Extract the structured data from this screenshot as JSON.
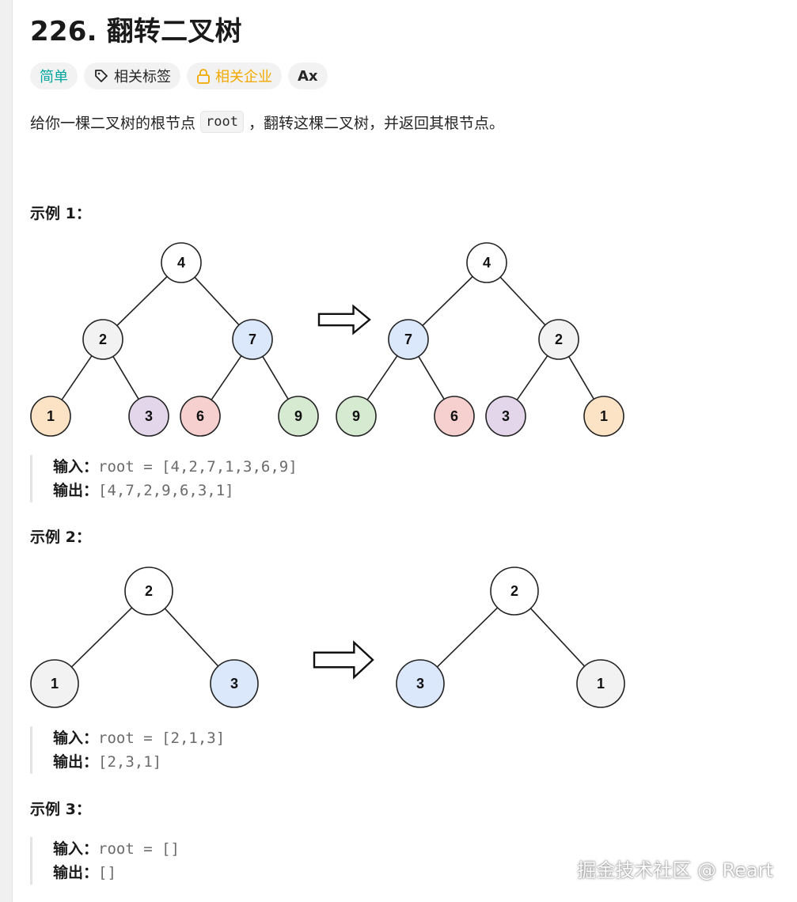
{
  "problem": {
    "title": "226. 翻转二叉树",
    "tags": [
      {
        "label": "简单",
        "icon": "none"
      },
      {
        "label": "相关标签",
        "icon": "tag-icon"
      },
      {
        "label": "相关企业",
        "icon": "lock-icon"
      },
      {
        "label": "Ax",
        "icon": "translate-icon"
      }
    ],
    "desc_before": "给你一棵二叉树的根节点",
    "desc_code": "root",
    "desc_after": "，翻转这棵二叉树，并返回其根节点。"
  },
  "examples": [
    {
      "title": "示例 1：",
      "input_label": "输入：",
      "input_value": "root = [4,2,7,1,3,6,9]",
      "output_label": "输出：",
      "output_value": "[4,7,2,9,6,3,1]",
      "before_tree": [
        {
          "id": "a",
          "value": "4",
          "color": "#ffffff",
          "parent": null
        },
        {
          "id": "b",
          "value": "2",
          "color": "#f2f2f2",
          "parent": "a"
        },
        {
          "id": "c",
          "value": "7",
          "color": "#dbe8fb",
          "parent": "a"
        },
        {
          "id": "d",
          "value": "1",
          "color": "#fde3c6",
          "parent": "b"
        },
        {
          "id": "e",
          "value": "3",
          "color": "#e3d5ea",
          "parent": "b"
        },
        {
          "id": "f",
          "value": "6",
          "color": "#f6cfcf",
          "parent": "c"
        },
        {
          "id": "g",
          "value": "9",
          "color": "#d6ead2",
          "parent": "c"
        }
      ],
      "after_tree": [
        {
          "id": "a",
          "value": "4",
          "color": "#ffffff",
          "parent": null
        },
        {
          "id": "b",
          "value": "7",
          "color": "#dbe8fb",
          "parent": "a"
        },
        {
          "id": "c",
          "value": "2",
          "color": "#f2f2f2",
          "parent": "a"
        },
        {
          "id": "d",
          "value": "9",
          "color": "#d6ead2",
          "parent": "b"
        },
        {
          "id": "e",
          "value": "6",
          "color": "#f6cfcf",
          "parent": "b"
        },
        {
          "id": "f",
          "value": "3",
          "color": "#e3d5ea",
          "parent": "c"
        },
        {
          "id": "g",
          "value": "1",
          "color": "#fde3c6",
          "parent": "c"
        }
      ]
    },
    {
      "title": "示例 2：",
      "input_label": "输入：",
      "input_value": "root = [2,1,3]",
      "output_label": "输出：",
      "output_value": "[2,3,1]",
      "before_tree": [
        {
          "id": "a",
          "value": "2",
          "color": "#ffffff",
          "parent": null
        },
        {
          "id": "b",
          "value": "1",
          "color": "#f2f2f2",
          "parent": "a"
        },
        {
          "id": "c",
          "value": "3",
          "color": "#dbe8fb",
          "parent": "a"
        }
      ],
      "after_tree": [
        {
          "id": "a",
          "value": "2",
          "color": "#ffffff",
          "parent": null
        },
        {
          "id": "b",
          "value": "3",
          "color": "#dbe8fb",
          "parent": "a"
        },
        {
          "id": "c",
          "value": "1",
          "color": "#f2f2f2",
          "parent": "a"
        }
      ]
    },
    {
      "title": "示例 3：",
      "input_label": "输入：",
      "input_value": "root = []",
      "output_label": "输出：",
      "output_value": "[]"
    }
  ],
  "watermark": "掘金技术社区 @ Reart"
}
